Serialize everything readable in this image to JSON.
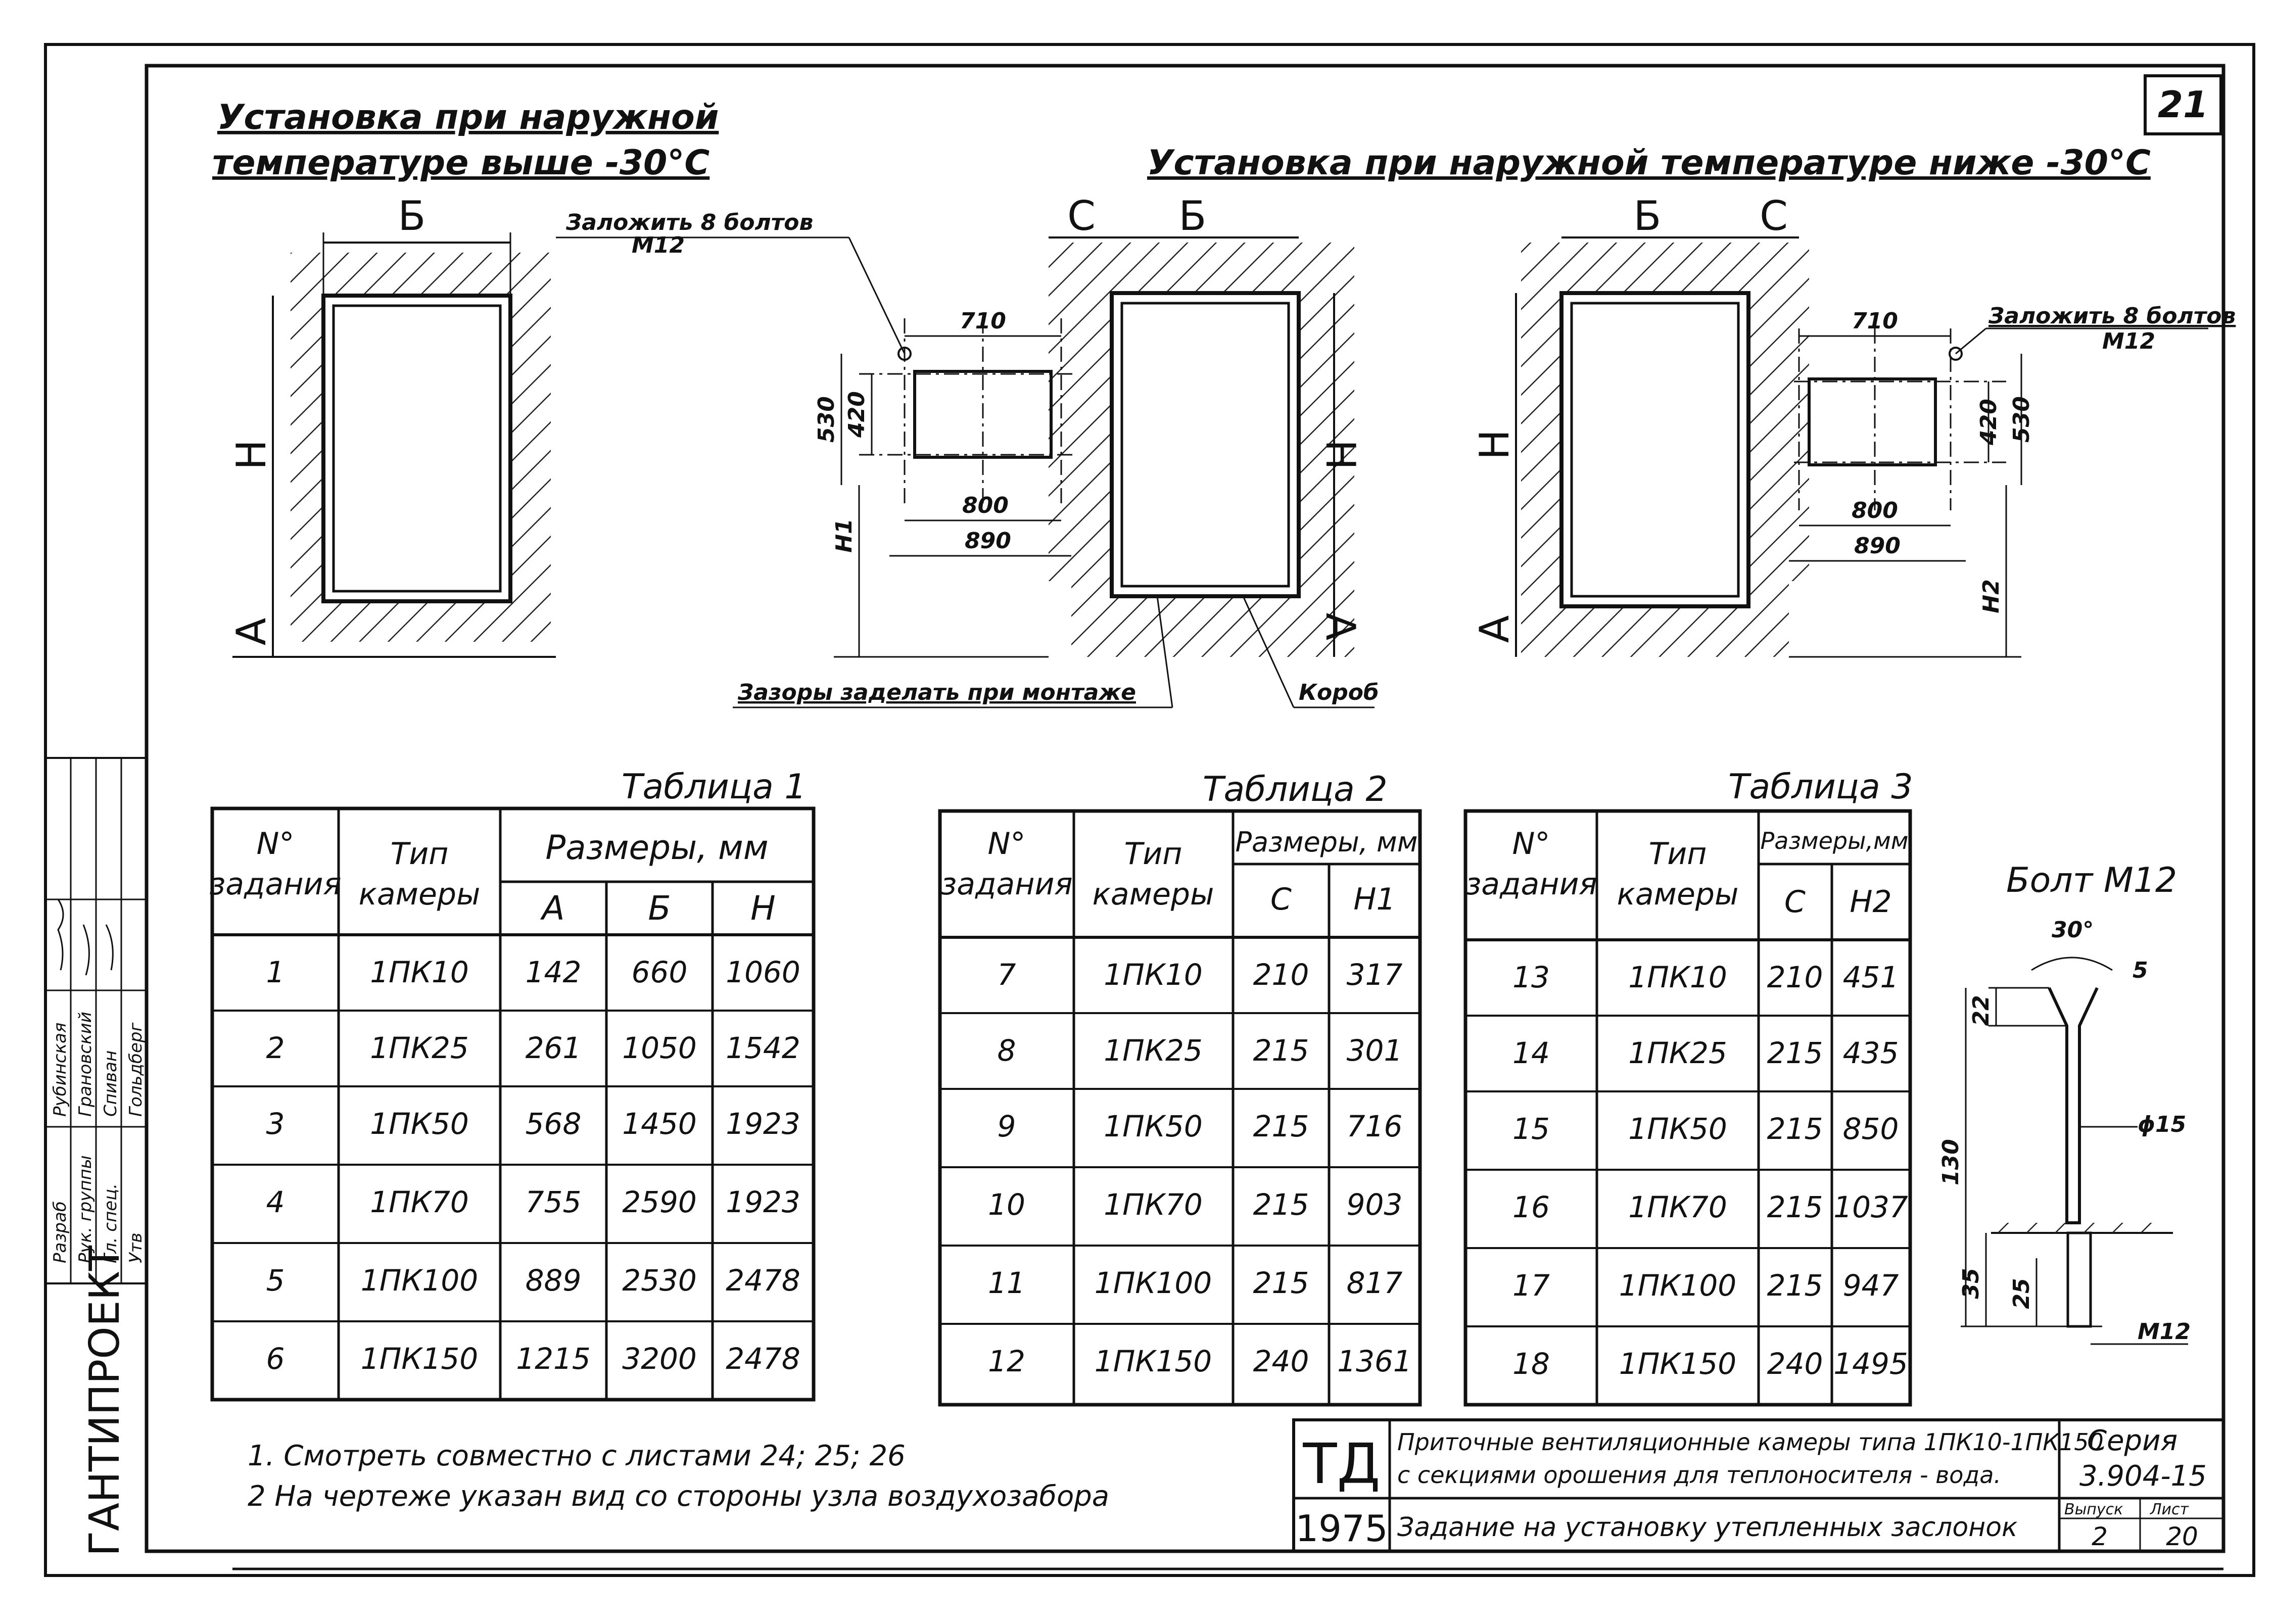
{
  "sheet_number": "21",
  "drawings": {
    "left": {
      "title_line1": "Установка при наружной",
      "title_line2": "температуре выше -30°С",
      "dim_b": "Б",
      "dim_h": "Н",
      "dim_a": "А"
    },
    "right": {
      "title": "Установка при наружной температуре ниже -30°С",
      "dim_b": "Б",
      "dim_c": "С",
      "dim_h": "Н",
      "dim_a": "А",
      "dim_710": "710",
      "dim_420": "420",
      "dim_530": "530",
      "dim_800": "800",
      "dim_890": "890",
      "dim_h1": "Н1",
      "dim_h2": "Н2",
      "label_bolts": "Заложить 8 болтов",
      "label_m12": "М12",
      "label_gaps": "Зазоры заделать при монтаже",
      "label_box": "Короб"
    }
  },
  "table1": {
    "title": "Таблица 1",
    "h_num": [
      "N°",
      "задания"
    ],
    "h_type": [
      "Тип",
      "камеры"
    ],
    "h_sizes": "Размеры, мм",
    "sub": [
      "А",
      "Б",
      "Н"
    ],
    "rows": [
      [
        "1",
        "1ПК10",
        "142",
        "660",
        "1060"
      ],
      [
        "2",
        "1ПК25",
        "261",
        "1050",
        "1542"
      ],
      [
        "3",
        "1ПК50",
        "568",
        "1450",
        "1923"
      ],
      [
        "4",
        "1ПК70",
        "755",
        "2590",
        "1923"
      ],
      [
        "5",
        "1ПК100",
        "889",
        "2530",
        "2478"
      ],
      [
        "6",
        "1ПК150",
        "1215",
        "3200",
        "2478"
      ]
    ]
  },
  "table2": {
    "title": "Таблица 2",
    "h_num": [
      "N°",
      "задания"
    ],
    "h_type": [
      "Тип",
      "камеры"
    ],
    "h_sizes": "Размеры, мм",
    "sub": [
      "С",
      "Н1"
    ],
    "rows": [
      [
        "7",
        "1ПК10",
        "210",
        "317"
      ],
      [
        "8",
        "1ПК25",
        "215",
        "301"
      ],
      [
        "9",
        "1ПК50",
        "215",
        "716"
      ],
      [
        "10",
        "1ПК70",
        "215",
        "903"
      ],
      [
        "11",
        "1ПК100",
        "215",
        "817"
      ],
      [
        "12",
        "1ПК150",
        "240",
        "1361"
      ]
    ]
  },
  "table3": {
    "title": "Таблица 3",
    "h_num": [
      "N°",
      "задания"
    ],
    "h_type": [
      "Тип",
      "камеры"
    ],
    "h_sizes": "Размеры,мм",
    "sub": [
      "С",
      "Н2"
    ],
    "rows": [
      [
        "13",
        "1ПК10",
        "210",
        "451"
      ],
      [
        "14",
        "1ПК25",
        "215",
        "435"
      ],
      [
        "15",
        "1ПК50",
        "215",
        "850"
      ],
      [
        "16",
        "1ПК70",
        "215",
        "1037"
      ],
      [
        "17",
        "1ПК100",
        "215",
        "947"
      ],
      [
        "18",
        "1ПК150",
        "240",
        "1495"
      ]
    ]
  },
  "bolt": {
    "title": "Болт М12",
    "angle": "30°",
    "d5": "5",
    "d22": "22",
    "d15": "ϕ15",
    "d130": "130",
    "d35": "35",
    "d25": "25",
    "thread": "М12"
  },
  "notes": [
    "1. Смотреть совместно с листами 24; 25; 26",
    "2 На чертеже указан вид со стороны узла воздухозабора"
  ],
  "title_block": {
    "td": "ТД",
    "year": "1975",
    "desc_line1": "Приточные вентиляционные камеры типа 1ПК10-1ПК150",
    "desc_line2": "с секциями орошения для теплоносителя - вода.",
    "task": "Задание на установку утепленных заслонок",
    "series_label": "Серия",
    "series": "3.904-15",
    "issue_label": "Выпуск",
    "issue": "2",
    "sheet_label": "Лист",
    "sheet": "20"
  },
  "stamp": {
    "roles": [
      "Разраб",
      "Рук. группы",
      "Гл. спец.",
      "Утв"
    ],
    "names": [
      "Рубинская",
      "Грановский",
      "Спиван",
      "Гольдберг"
    ],
    "org": "ГАНТИПРОЕКТ"
  }
}
